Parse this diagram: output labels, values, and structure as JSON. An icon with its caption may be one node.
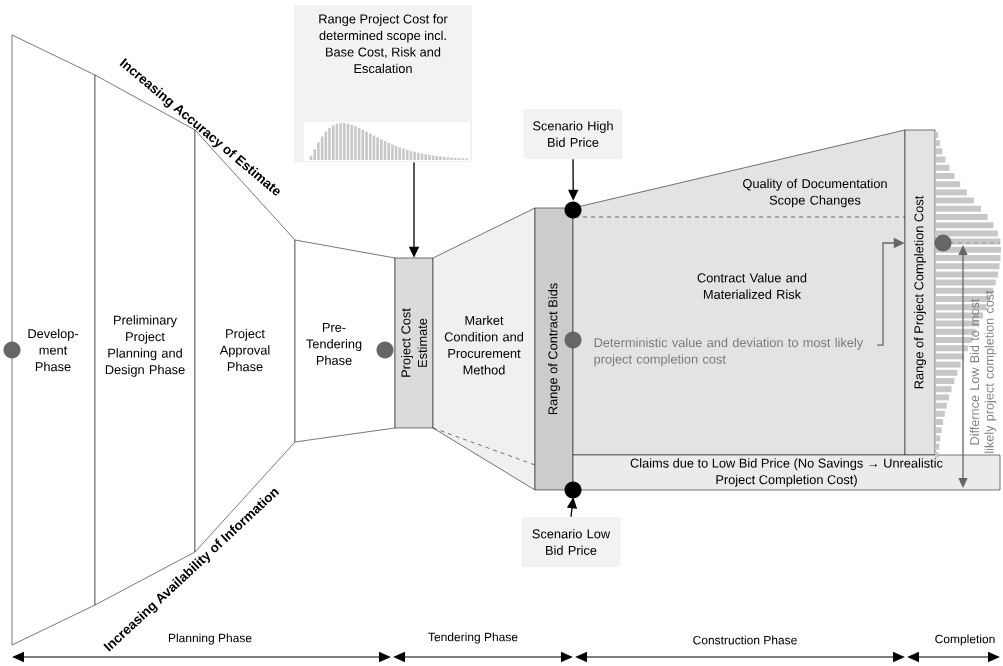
{
  "diagram": {
    "nodes": [
      {
        "text": [
          "Develop-ment Phase"
        ]
      },
      {
        "text": [
          "Preliminary Project Planning and Design Phase"
        ]
      },
      {
        "text": [
          "Project Approval Phase"
        ]
      },
      {
        "text": [
          "Pre-Tendering Phase"
        ]
      },
      {
        "text": [
          "Project Cost Estimate"
        ]
      },
      {
        "text": [
          "Range Project Cost for determined scope incl. Base Cost, Risk and Escalation"
        ]
      },
      {
        "text": [
          "Market Condition and Procurement Method"
        ]
      },
      {
        "text": [
          "Range of Contract Bids"
        ]
      },
      {
        "text": [
          "Scenario High Bid Price"
        ]
      },
      {
        "text": [
          "Scenario Low Bid Price"
        ]
      },
      {
        "text": [
          "Quality of Documentation Scope Changes",
          "Contract Value and Materialized Risk"
        ]
      },
      {
        "text": [
          "Deterministic value and deviation to most likely project completion cost"
        ],
        "in": 10
      },
      {
        "text": [
          "Range of Project Completion Cost"
        ]
      },
      {
        "text": [
          "Claims due to Low Bid Price (No Savings → Unrealistic Project Completion Cost)"
        ]
      }
    ],
    "edges": [
      {
        "from": 5,
        "to": 4,
        "arrow": "to"
      },
      {
        "from": 8,
        "to": 7,
        "arrow": "to"
      },
      {
        "from": 9,
        "to": 7,
        "arrow": "to"
      },
      {
        "from": 11,
        "to": 12,
        "arrow": "to",
        "color": "#666666"
      }
    ],
    "labels": [
      "Increasing Accuracy of Estimate",
      "Increasing Availability of Information",
      "Differnce Low Bid to most likely project completion cost",
      "Planning Phase",
      "Tendering Phase",
      "Construction Phase",
      "Completion"
    ]
  }
}
